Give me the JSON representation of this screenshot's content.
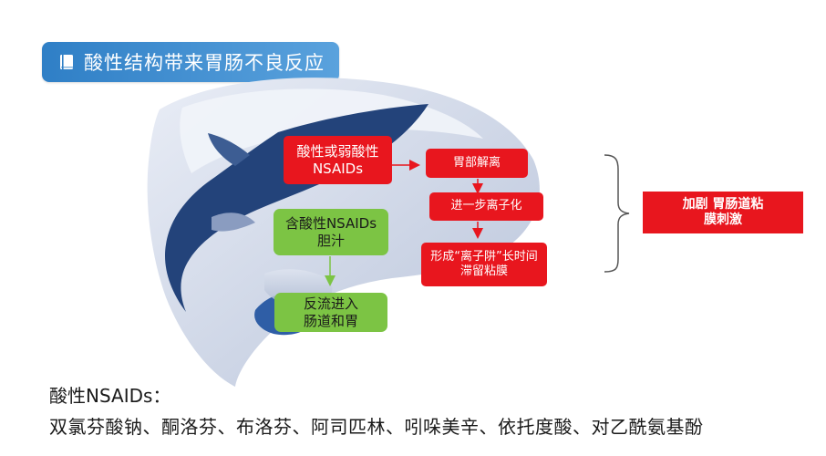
{
  "title": "酸性结构带来胃肠不良反应",
  "boxes": {
    "acidic_nsaids": "酸性或弱酸性 NSAIDs",
    "gastric_dissociation": "胃部解离",
    "further_ionization": "进一步离子化",
    "ion_trap": "形成“离子阱”长时间滞留粘膜",
    "bile": "含酸性NSAIDs胆汁",
    "reflux": "反流进入 肠道和胃",
    "result": "加剧 胃肠道粘膜刺激"
  },
  "footer": {
    "label": "酸性NSAIDs：",
    "drugs": "双氯芬酸钠、酮洛芬、布洛芬、阿司匹林、吲哚美辛、依托度酸、对乙酰氨基酚"
  },
  "colors": {
    "red": "#e8161e",
    "green": "#7cc444",
    "banner": "#2f7fc6",
    "organ_dark": "#23437a",
    "organ_light": "#c9d2e3"
  }
}
